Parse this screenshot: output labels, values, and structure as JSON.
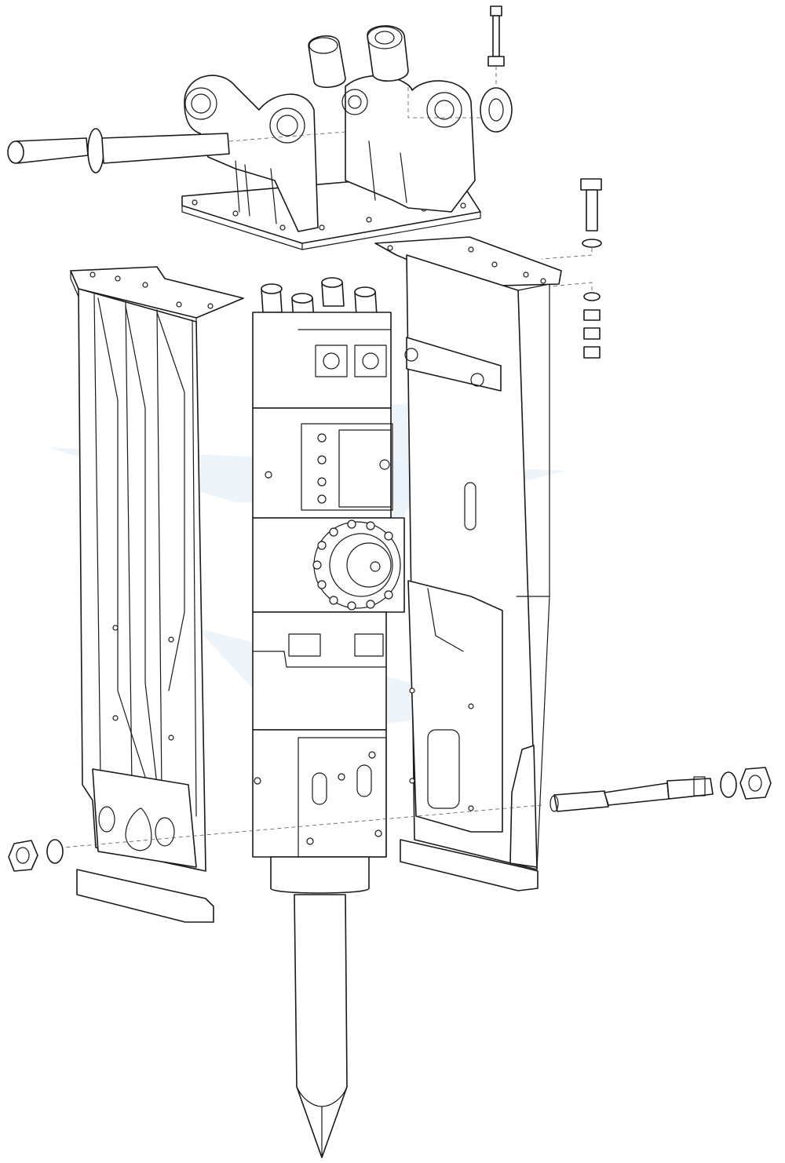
{
  "diagram": {
    "kind": "exploded-view",
    "line_color": "#1a1a1a",
    "background": "#ffffff",
    "watermark_color": "#e6f1f8",
    "parts": [
      {
        "id": "top-bracket",
        "icon": "mounting-bracket"
      },
      {
        "id": "bracket-pin",
        "icon": "pin"
      },
      {
        "id": "top-bolt",
        "icon": "bolt"
      },
      {
        "id": "top-nut",
        "icon": "nut"
      },
      {
        "id": "side-bolt",
        "icon": "bolt"
      },
      {
        "id": "washers",
        "icon": "washer"
      },
      {
        "id": "left-side-plate",
        "icon": "side-plate"
      },
      {
        "id": "right-side-plate",
        "icon": "side-plate"
      },
      {
        "id": "main-body",
        "icon": "hydraulic-cylinder"
      },
      {
        "id": "chisel",
        "icon": "chisel-tool"
      },
      {
        "id": "through-bolt",
        "icon": "through-bolt"
      },
      {
        "id": "left-nut",
        "icon": "nut"
      },
      {
        "id": "right-nut",
        "icon": "nut"
      }
    ]
  }
}
